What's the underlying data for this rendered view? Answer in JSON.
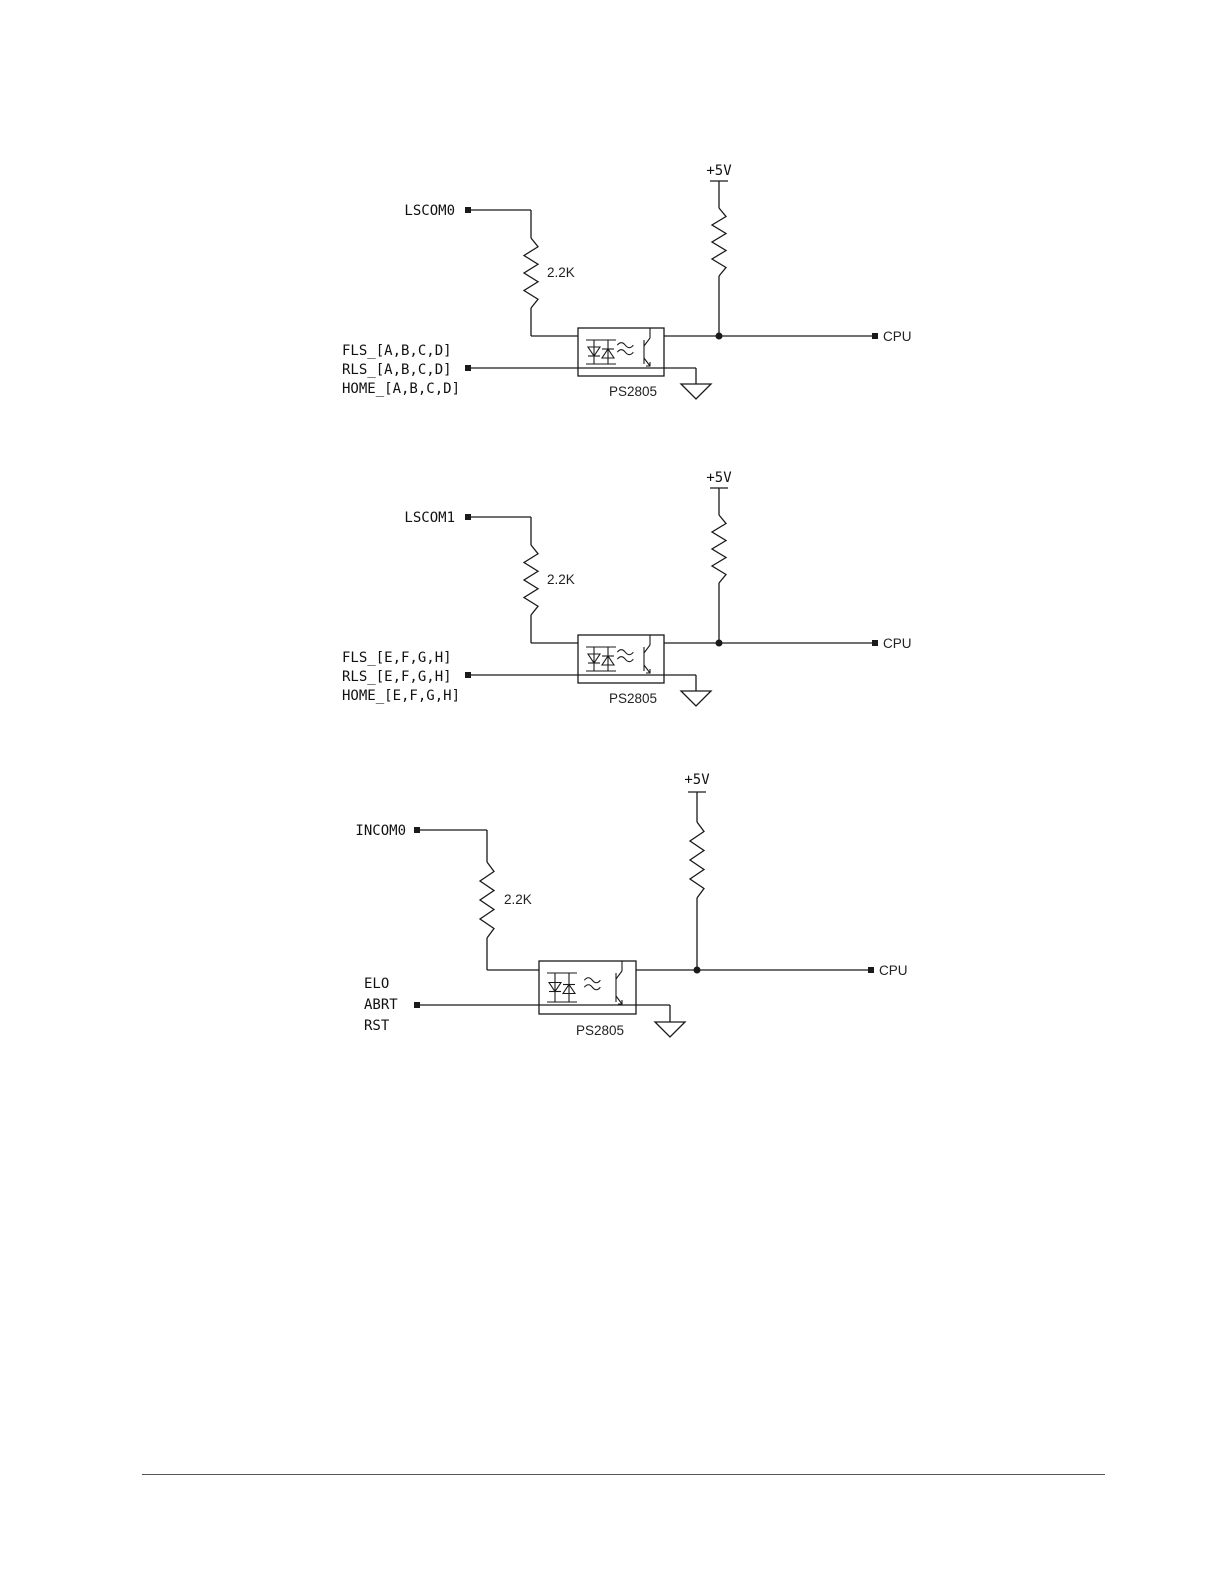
{
  "colors": {
    "ink": "#1a1a1a",
    "background": "#ffffff"
  },
  "circuits": [
    {
      "name": "circuit-1",
      "common_label": "LSCOM0",
      "resistor_value": "2.2K",
      "supply_label": "+5V",
      "output_label": "CPU",
      "part_label": "PS2805",
      "input_labels": [
        "FLS_[A,B,C,D]",
        "RLS_[A,B,C,D]",
        "HOME_[A,B,C,D]"
      ]
    },
    {
      "name": "circuit-2",
      "common_label": "LSCOM1",
      "resistor_value": "2.2K",
      "supply_label": "+5V",
      "output_label": "CPU",
      "part_label": "PS2805",
      "input_labels": [
        "FLS_[E,F,G,H]",
        "RLS_[E,F,G,H]",
        "HOME_[E,F,G,H]"
      ]
    },
    {
      "name": "circuit-3",
      "common_label": "INCOM0",
      "resistor_value": "2.2K",
      "supply_label": "+5V",
      "output_label": "CPU",
      "part_label": "PS2805",
      "input_labels": [
        "ELO",
        "ABRT",
        "RST"
      ]
    }
  ]
}
